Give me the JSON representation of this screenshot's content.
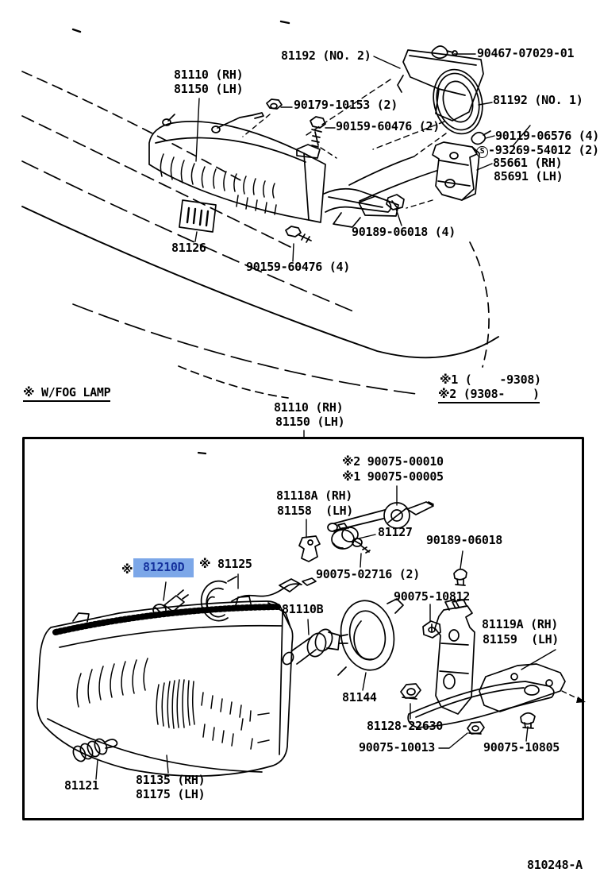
{
  "colors": {
    "highlight_bg": "#7CA7E8",
    "highlight_fg": "#16339E",
    "ink": "#000000"
  },
  "notes": {
    "fog": "※ W/FOG LAMP",
    "range1": "※1 (    -9308)",
    "range2": "※2 (9308-    )"
  },
  "box_title": {
    "line1": "81110 (RH)",
    "line2": "81150 (LH)"
  },
  "footer": {
    "code": "810248-A"
  },
  "top": {
    "labels": [
      {
        "name": "callout-81192-no2",
        "text": "81192 (NO. 2)"
      },
      {
        "name": "callout-90467-07029-01",
        "text": "90467-07029-01"
      },
      {
        "name": "callout-81110-rh",
        "text": "81110 (RH)"
      },
      {
        "name": "callout-81150-lh",
        "text": "81150 (LH)"
      },
      {
        "name": "callout-90179-10153",
        "text": "90179-10153 (2)"
      },
      {
        "name": "callout-81192-no1",
        "text": "81192 (NO. 1)"
      },
      {
        "name": "callout-90159-60476-2",
        "text": "90159-60476 (2)"
      },
      {
        "name": "callout-90119-06576",
        "text": "90119-06576 (4)"
      },
      {
        "name": "callout-93269-54012",
        "s_mark": "S",
        "text": "-93269-54012 (2)"
      },
      {
        "name": "callout-85661-rh",
        "text": "85661 (RH)"
      },
      {
        "name": "callout-85691-lh",
        "text": "85691 (LH)"
      },
      {
        "name": "callout-90189-06018-4",
        "text": "90189-06018 (4)"
      },
      {
        "name": "callout-81126",
        "text": "81126"
      },
      {
        "name": "callout-90159-60476-4",
        "text": "90159-60476 (4)"
      }
    ]
  },
  "bottom": {
    "labels": [
      {
        "name": "callout-90075-00010",
        "text": "※2 90075-00010"
      },
      {
        "name": "callout-90075-00005",
        "text": "※1 90075-00005"
      },
      {
        "name": "callout-81118a-rh",
        "text": "81118A (RH)"
      },
      {
        "name": "callout-81158-lh",
        "text": "81158  (LH)"
      },
      {
        "name": "callout-81127",
        "text": "81127"
      },
      {
        "name": "callout-90189-06018",
        "text": "90189-06018"
      },
      {
        "name": "callout-90075-02716",
        "text": "90075-02716 (2)"
      },
      {
        "name": "callout-81210d-star",
        "text": "※"
      },
      {
        "name": "callout-81210d",
        "text": "81210D"
      },
      {
        "name": "callout-81125",
        "text": "※ 81125"
      },
      {
        "name": "callout-90075-10812",
        "text": "90075-10812"
      },
      {
        "name": "callout-81110b",
        "text": "81110B"
      },
      {
        "name": "callout-81119a-rh",
        "text": "81119A (RH)"
      },
      {
        "name": "callout-81159-lh",
        "text": "81159  (LH)"
      },
      {
        "name": "callout-81144",
        "text": "81144"
      },
      {
        "name": "callout-81128-22630",
        "text": "81128-22630"
      },
      {
        "name": "callout-90075-10013",
        "text": "90075-10013"
      },
      {
        "name": "callout-90075-10805",
        "text": "90075-10805"
      },
      {
        "name": "callout-81121",
        "text": "81121"
      },
      {
        "name": "callout-81135-rh",
        "text": "81135 (RH)"
      },
      {
        "name": "callout-81175-lh",
        "text": "81175 (LH)"
      }
    ]
  }
}
